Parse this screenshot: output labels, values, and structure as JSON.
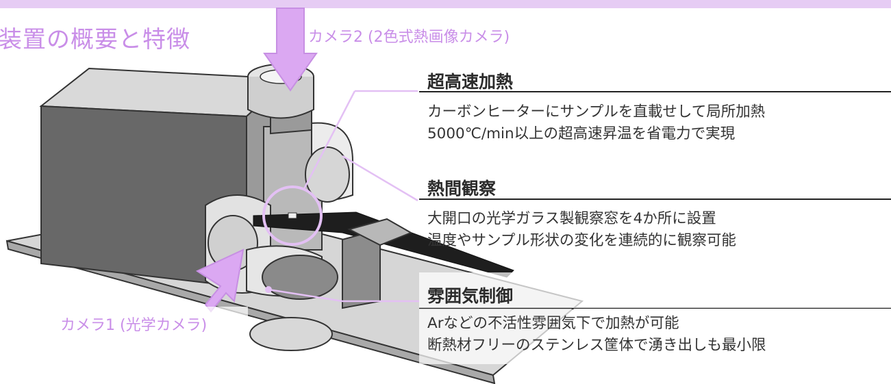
{
  "header": {
    "title": "装置の概要と特徴"
  },
  "labels": {
    "camera2": "カメラ2 (2色式熱画像カメラ)",
    "camera1": "カメラ1 (光学カメラ)"
  },
  "features": [
    {
      "title": "超高速加熱",
      "lines": [
        "カーボンヒーターにサンプルを直載せして局所加熱",
        "5000℃/min以上の超高速昇温を省電力で実現"
      ]
    },
    {
      "title": "熱間観察",
      "lines": [
        "大開口の光学ガラス製観察窓を4か所に設置",
        "温度やサンプル形状の変化を連続的に観察可能"
      ]
    },
    {
      "title": "雰囲気制御",
      "lines": [
        "Arなどの不活性雰囲気下で加熱が可能",
        "断熱材フリーのステンレス筐体で湧き出しも最小限"
      ]
    }
  ],
  "colors": {
    "accent": "#c98ee8",
    "arrow": "#d9a6f0",
    "divider": "#222222"
  }
}
